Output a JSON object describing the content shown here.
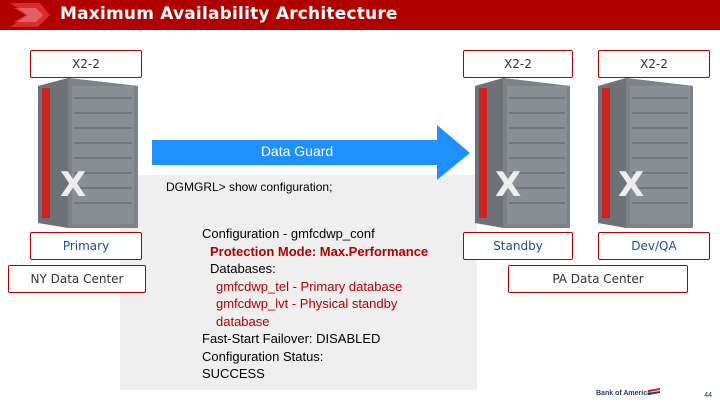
{
  "header": {
    "title": "Maximum Availability Architecture"
  },
  "racks": {
    "left_model": "X2-2",
    "middle_model": "X2-2",
    "right_model": "X2-2"
  },
  "roles": {
    "primary": "Primary",
    "standby": "Standby",
    "devqa": "Dev/QA"
  },
  "datacenters": {
    "ny": "NY Data Center",
    "pa": "PA Data Center"
  },
  "dataguard": {
    "label": "Data Guard",
    "command": "DGMGRL> show configuration;"
  },
  "config": {
    "line1": "Configuration - gmfcdwp_conf",
    "line2": "Protection Mode: Max.Performance",
    "line3": "Databases:",
    "line4": "gmfcdwp_tel - Primary database",
    "line5": "gmfcdwp_lvt - Physical standby",
    "line6": "database",
    "line7": "Fast-Start Failover: DISABLED",
    "line8": "Configuration Status:",
    "line9": "SUCCESS"
  },
  "footer": {
    "logo": "Bank of America",
    "page": "44"
  },
  "colors": {
    "brand_red": "#b00000",
    "arrow_blue": "#1e90ff",
    "text_blue": "#1f4e9a"
  }
}
